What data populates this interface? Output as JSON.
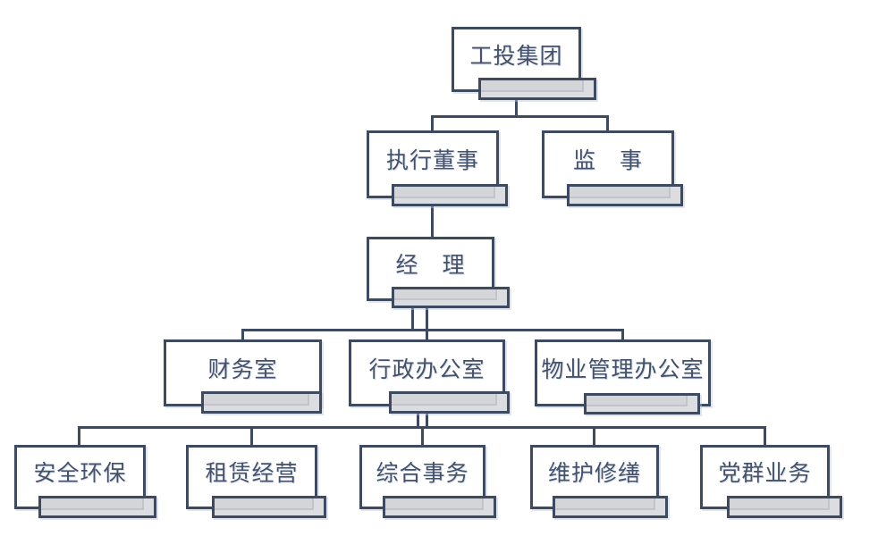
{
  "colors": {
    "background": "#FFFFFF",
    "line_and_border": "#3D4A5F",
    "label_text": "#44526B",
    "shadow_fill": "#D5D6D9",
    "shadow_inner_line": "#C3C4C9"
  },
  "org_chart": {
    "nodes": [
      {
        "id": "group",
        "label": "工投集团",
        "parent": null
      },
      {
        "id": "executive-director",
        "label": "执行董事",
        "parent": "group"
      },
      {
        "id": "supervisor",
        "label": "监　事",
        "parent": "group"
      },
      {
        "id": "manager",
        "label": "经　理",
        "parent": "executive-director"
      },
      {
        "id": "finance-office",
        "label": "财务室",
        "parent": "manager"
      },
      {
        "id": "admin-office",
        "label": "行政办公室",
        "parent": "manager"
      },
      {
        "id": "property-office",
        "label": "物业管理办公室",
        "parent": "manager"
      },
      {
        "id": "safety-env",
        "label": "安全环保",
        "parent": "admin-office"
      },
      {
        "id": "leasing",
        "label": "租赁经营",
        "parent": "admin-office"
      },
      {
        "id": "general-affairs",
        "label": "综合事务",
        "parent": "admin-office"
      },
      {
        "id": "maintenance",
        "label": "维护修缮",
        "parent": "admin-office"
      },
      {
        "id": "party-mass",
        "label": "党群业务",
        "parent": "admin-office"
      }
    ]
  }
}
